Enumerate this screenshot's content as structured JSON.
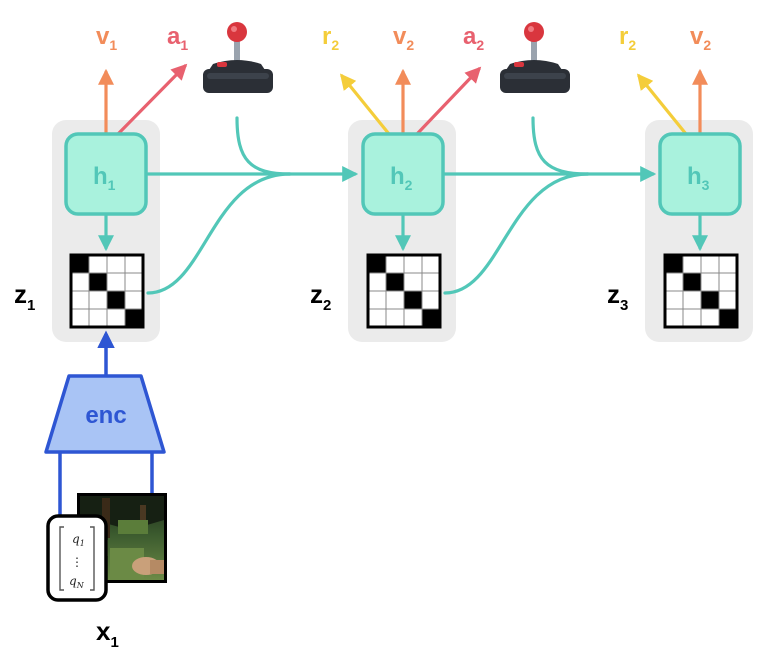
{
  "colors": {
    "teal": "#52C7B8",
    "teal_fill": "#A9F2DD",
    "orange": "#F28C5A",
    "pink": "#E8616F",
    "yellow": "#F4CD3A",
    "blue": "#2E56D3",
    "blue_fill": "#A9C4F5",
    "panel": "#EBEBEB",
    "joystick": "#2B2F36",
    "joystick_ball": "#D9363E"
  },
  "steps": [
    {
      "h": {
        "main": "h",
        "sub": "1"
      },
      "z": {
        "main": "z",
        "sub": "1"
      },
      "outputs": [
        {
          "main": "v",
          "sub": "1",
          "color": "#F28C5A"
        },
        {
          "main": "a",
          "sub": "1",
          "color": "#E8616F"
        }
      ],
      "grid_filled": [
        [
          0,
          0
        ],
        [
          1,
          1
        ],
        [
          2,
          2
        ],
        [
          3,
          3
        ]
      ]
    },
    {
      "h": {
        "main": "h",
        "sub": "2"
      },
      "z": {
        "main": "z",
        "sub": "2"
      },
      "outputs": [
        {
          "main": "r",
          "sub": "2",
          "color": "#F4CD3A"
        },
        {
          "main": "v",
          "sub": "2",
          "color": "#F28C5A"
        },
        {
          "main": "a",
          "sub": "2",
          "color": "#E8616F"
        }
      ],
      "grid_filled": [
        [
          0,
          0
        ],
        [
          1,
          1
        ],
        [
          2,
          2
        ],
        [
          3,
          3
        ]
      ]
    },
    {
      "h": {
        "main": "h",
        "sub": "3"
      },
      "z": {
        "main": "z",
        "sub": "3"
      },
      "outputs": [
        {
          "main": "r",
          "sub": "2",
          "color": "#F4CD3A"
        },
        {
          "main": "v",
          "sub": "2",
          "color": "#F28C5A"
        }
      ],
      "grid_filled": [
        [
          0,
          0
        ],
        [
          1,
          1
        ],
        [
          2,
          2
        ],
        [
          3,
          3
        ]
      ]
    }
  ],
  "encoder": {
    "label": "enc"
  },
  "input": {
    "x": {
      "main": "x",
      "sub": "1"
    },
    "vector": {
      "top": "q",
      "top_sub": "1",
      "dots": "⋮",
      "bottom": "q",
      "bottom_sub": "N"
    }
  },
  "icons": [
    "joystick-icon",
    "joystick-icon"
  ]
}
